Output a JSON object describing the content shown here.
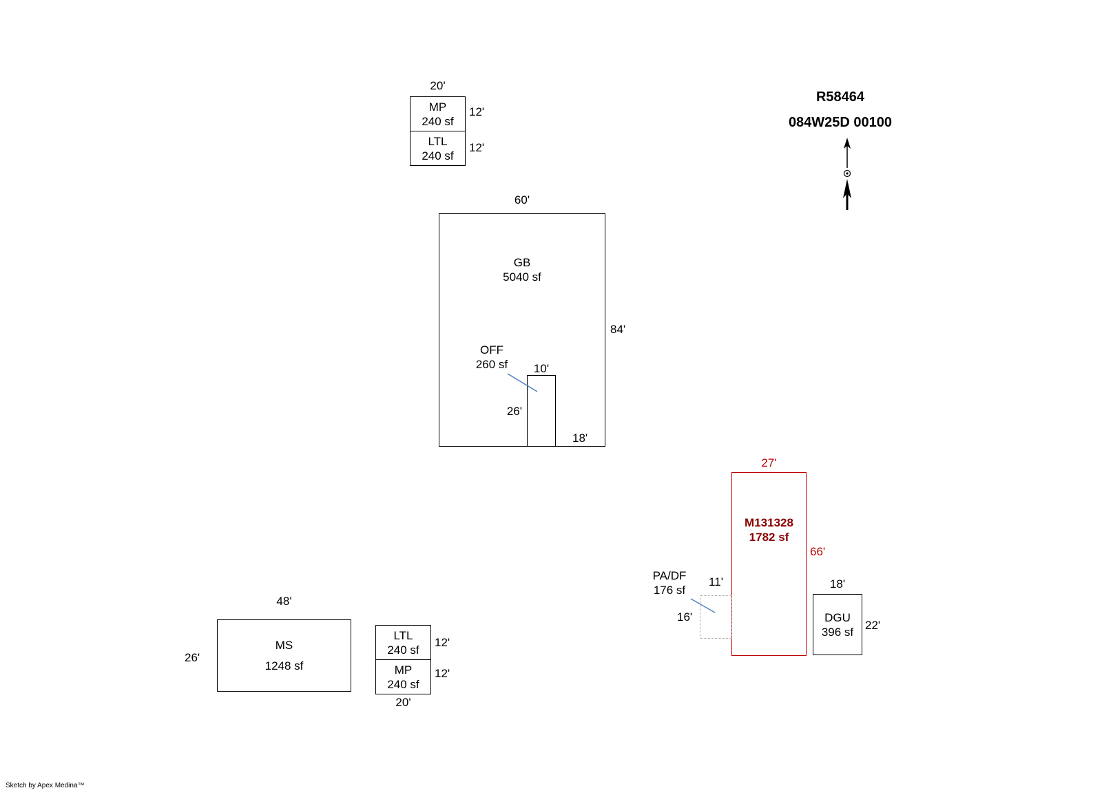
{
  "header": {
    "account_id": "R58464",
    "parcel_id": "084W25D 00100"
  },
  "footer": {
    "credit": "Sketch by Apex Medina™"
  },
  "colors": {
    "outline": "#000000",
    "highlight_outline": "#c00000",
    "highlight_text": "#8b0000",
    "leader_line": "#4f81bd",
    "dotted_outline": "#9a9a9a"
  },
  "sketch": {
    "mp_upper": {
      "label": "MP",
      "area": "240 sf",
      "width": "20'",
      "height": "12'"
    },
    "ltl_upper": {
      "label": "LTL",
      "area": "240 sf",
      "height": "12'"
    },
    "gb": {
      "label": "GB",
      "area": "5040 sf",
      "width": "60'",
      "height": "84'",
      "bottom_right": "18'"
    },
    "off": {
      "label": "OFF",
      "area": "260 sf",
      "width": "10'",
      "height": "26'"
    },
    "ms": {
      "label": "MS",
      "area": "1248 sf",
      "width": "48'",
      "height": "26'"
    },
    "ltl_lower": {
      "label": "LTL",
      "area": "240 sf",
      "height": "12'"
    },
    "mp_lower": {
      "label": "MP",
      "area": "240 sf",
      "height": "12'",
      "width": "20'"
    },
    "m131328": {
      "label": "M131328",
      "area": "1782 sf",
      "width": "27'",
      "height": "66'"
    },
    "padf": {
      "label": "PA/DF",
      "area": "176 sf",
      "width": "11'",
      "height": "16'"
    },
    "dgu": {
      "label": "DGU",
      "area": "396 sf",
      "width": "18'",
      "height": "22'"
    }
  }
}
